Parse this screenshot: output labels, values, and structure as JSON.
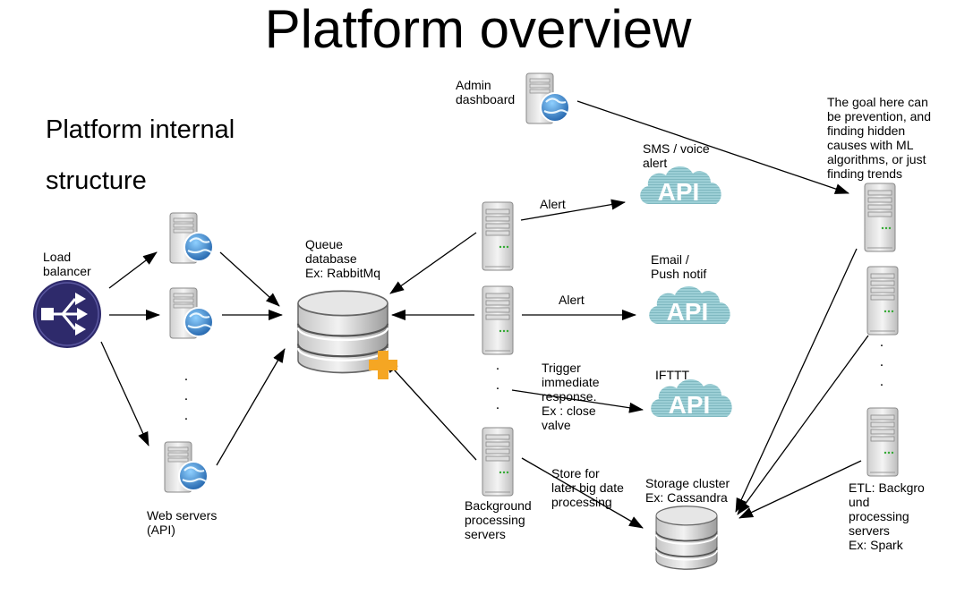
{
  "title": "Platform overview",
  "section": {
    "line1": "Platform internal",
    "line2": "structure"
  },
  "labels": {
    "load_balancer": "Load\nbalancer",
    "web_servers": "Web servers\n(API)",
    "queue_db": "Queue\ndatabase\nEx: RabbitMq",
    "background": "Background\nprocessing\nservers",
    "admin": "Admin\ndashboard",
    "sms": "SMS / voice\nalert",
    "email": "Email /\nPush notif",
    "ifttt": "IFTTT",
    "alert1": "Alert",
    "alert2": "Alert",
    "trigger": "Trigger\nimmediate\nresponse.\nEx : close\nvalve",
    "store": "Store for\nlater big date\nprocessing",
    "storage": "Storage  cluster\nEx: Cassandra",
    "goal": "The goal here can\nbe  prevention, and\nfinding hidden\ncauses with ML\nalgorithms, or just\nfinding trends",
    "etl": "ETL: Backgro\nund\nprocessing\nservers\nEx: Spark"
  },
  "icons": {
    "api_text": "API",
    "server": "server-icon",
    "web_server": "web-server-icon",
    "database": "database-icon",
    "cloud": "cloud-api-icon",
    "load_balancer": "load-balancer-icon"
  },
  "dots": ".\n.\n.",
  "colors": {
    "cloud": "#8fc5cc",
    "load_balancer": "#2e2a6b",
    "plus": "#f5a623",
    "globe": "#2f7fc7"
  }
}
